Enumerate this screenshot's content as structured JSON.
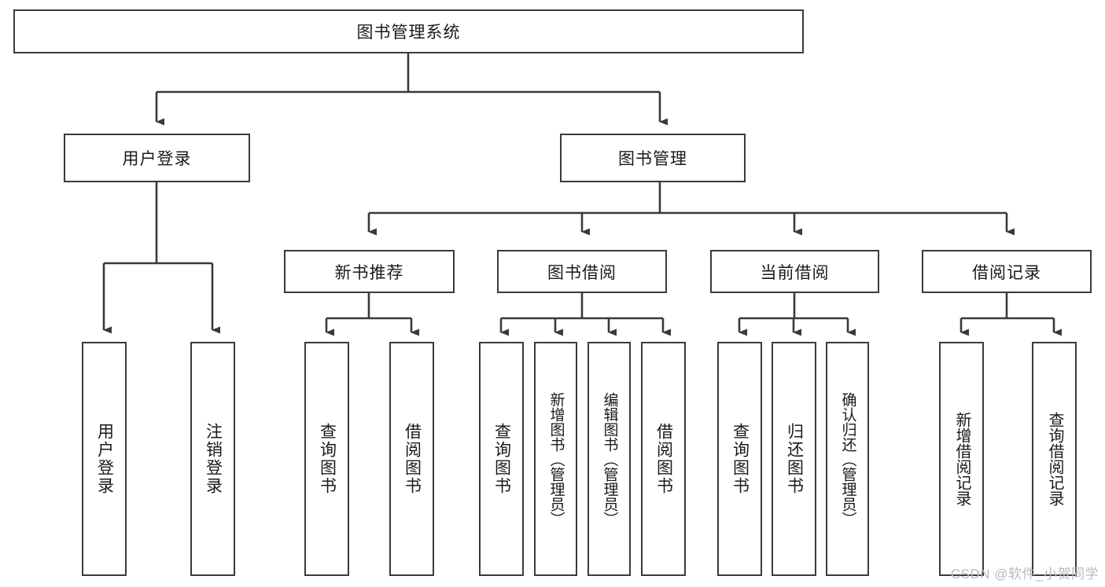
{
  "diagram": {
    "title": "图书管理系统",
    "type": "tree",
    "watermark": "CSDN @软件_小贺同学",
    "colors": {
      "box_border": "#3a3a3a",
      "box_fill": "#ffffff",
      "connector": "#3a3a3a",
      "text": "#1a1a1a",
      "watermark": "#b9b9b9",
      "background": "#ffffff"
    },
    "levels": {
      "root": [
        "图书管理系统"
      ],
      "level2": [
        "用户登录",
        "图书管理"
      ],
      "level3": [
        "新书推荐",
        "图书借阅",
        "当前借阅",
        "借阅记录"
      ],
      "leaves": [
        "用户登录",
        "注销登录",
        "查询图书",
        "借阅图书",
        "查询图书",
        "新增图书（管理员）",
        "编辑图书（管理员）",
        "借阅图书",
        "查询图书",
        "归还图书",
        "确认归还（管理员）",
        "新增借阅记录",
        "查询借阅记录"
      ]
    },
    "nodes": {
      "root": {
        "label": "图书管理系统"
      },
      "user_login": {
        "label": "用户登录"
      },
      "book_manage": {
        "label": "图书管理"
      },
      "new_book_rec": {
        "label": "新书推荐"
      },
      "book_borrow": {
        "label": "图书借阅"
      },
      "current_borrow": {
        "label": "当前借阅"
      },
      "borrow_record": {
        "label": "借阅记录"
      },
      "leaf_user_login": {
        "label": "用户登录"
      },
      "leaf_logout": {
        "label": "注销登录"
      },
      "leaf_query_book_1": {
        "label": "查询图书"
      },
      "leaf_borrow_book_1": {
        "label": "借阅图书"
      },
      "leaf_query_book_2": {
        "label": "查询图书"
      },
      "leaf_add_book": {
        "label": "新增图书（管理员）"
      },
      "leaf_edit_book": {
        "label": "编辑图书（管理员）"
      },
      "leaf_borrow_book_2": {
        "label": "借阅图书"
      },
      "leaf_query_book_3": {
        "label": "查询图书"
      },
      "leaf_return_book": {
        "label": "归还图书"
      },
      "leaf_confirm_return": {
        "label": "确认归还（管理员）"
      },
      "leaf_add_record": {
        "label": "新增借阅记录"
      },
      "leaf_query_record": {
        "label": "查询借阅记录"
      }
    },
    "edges": [
      {
        "from": "root",
        "to": "user_login"
      },
      {
        "from": "root",
        "to": "book_manage"
      },
      {
        "from": "user_login",
        "to": "leaf_user_login"
      },
      {
        "from": "user_login",
        "to": "leaf_logout"
      },
      {
        "from": "book_manage",
        "to": "new_book_rec"
      },
      {
        "from": "book_manage",
        "to": "book_borrow"
      },
      {
        "from": "book_manage",
        "to": "current_borrow"
      },
      {
        "from": "book_manage",
        "to": "borrow_record"
      },
      {
        "from": "new_book_rec",
        "to": "leaf_query_book_1"
      },
      {
        "from": "new_book_rec",
        "to": "leaf_borrow_book_1"
      },
      {
        "from": "book_borrow",
        "to": "leaf_query_book_2"
      },
      {
        "from": "book_borrow",
        "to": "leaf_add_book"
      },
      {
        "from": "book_borrow",
        "to": "leaf_edit_book"
      },
      {
        "from": "book_borrow",
        "to": "leaf_borrow_book_2"
      },
      {
        "from": "current_borrow",
        "to": "leaf_query_book_3"
      },
      {
        "from": "current_borrow",
        "to": "leaf_return_book"
      },
      {
        "from": "current_borrow",
        "to": "leaf_confirm_return"
      },
      {
        "from": "borrow_record",
        "to": "leaf_add_record"
      },
      {
        "from": "borrow_record",
        "to": "leaf_query_record"
      }
    ]
  }
}
